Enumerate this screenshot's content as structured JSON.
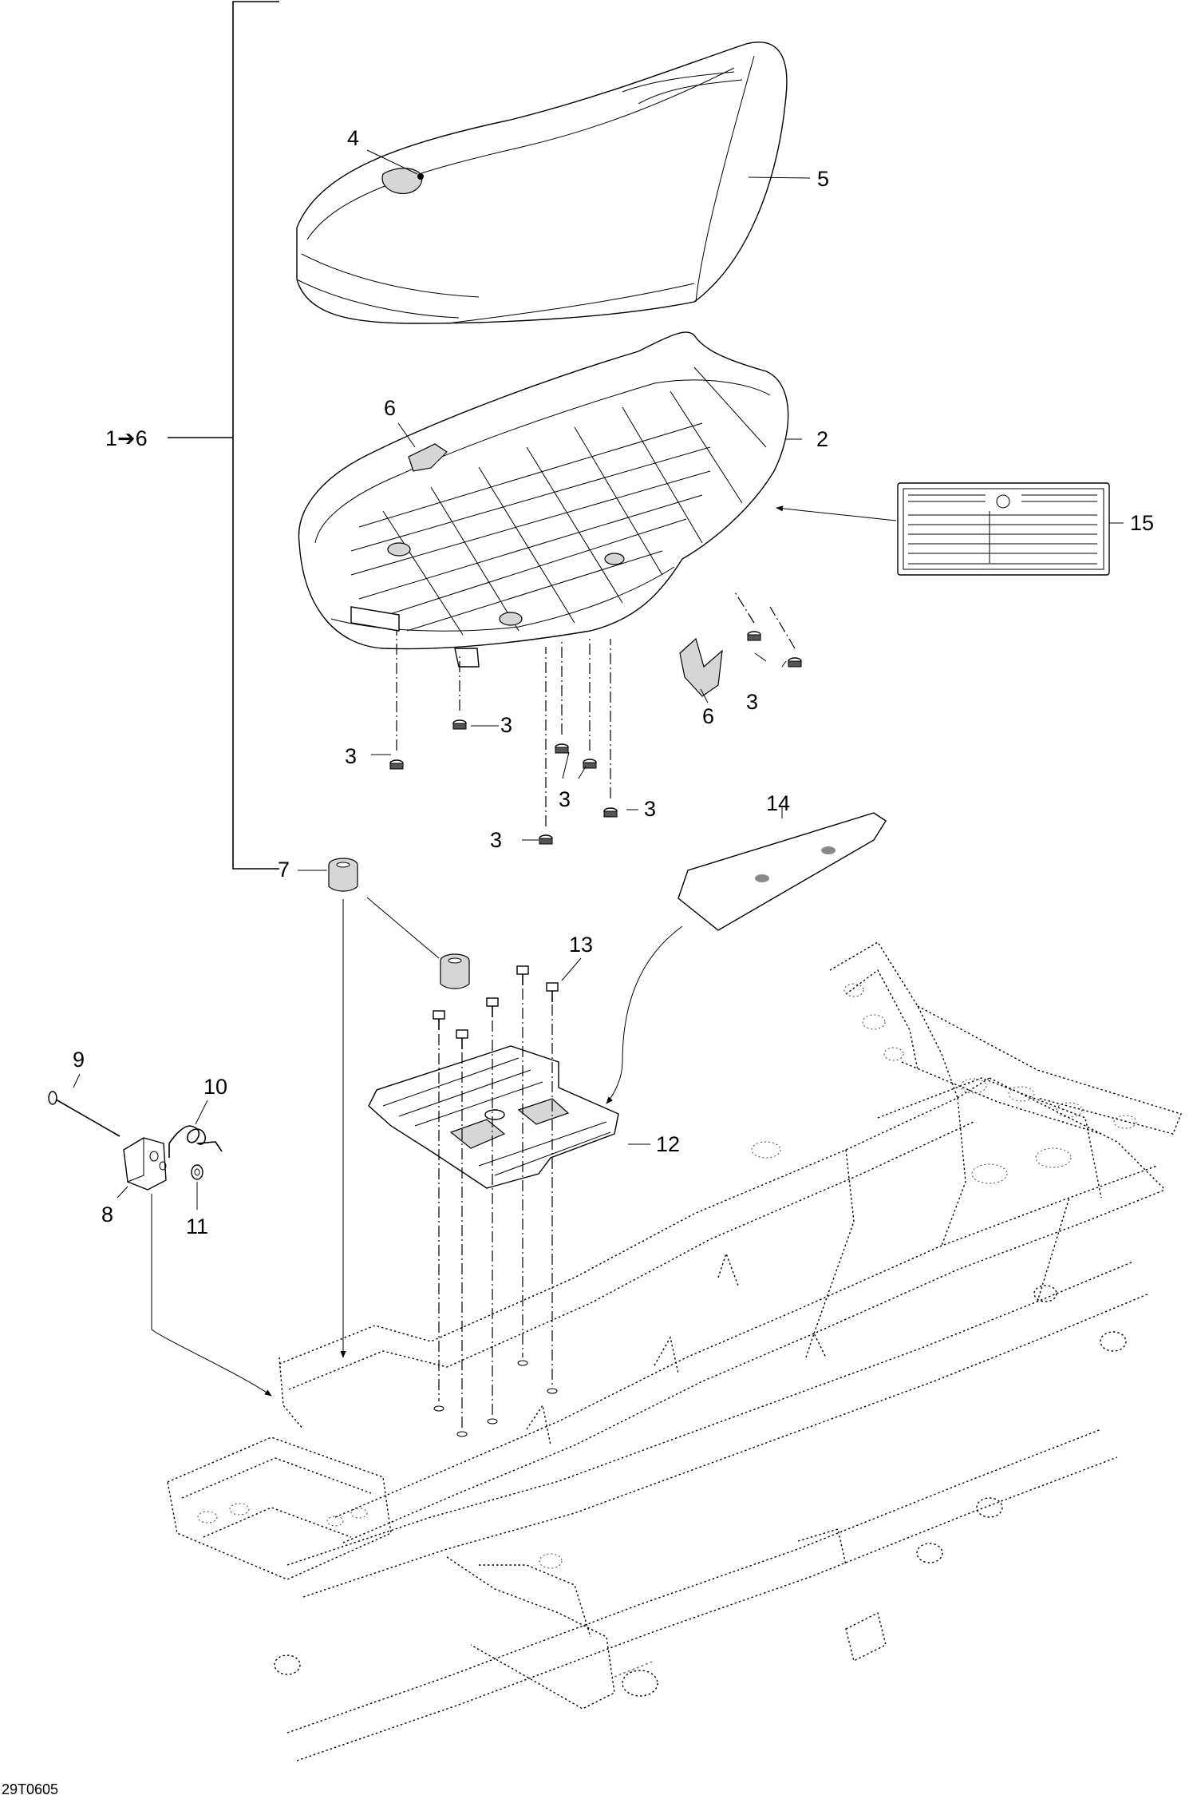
{
  "diagram_code": "29T0605",
  "callouts": {
    "group": "1➔6",
    "c2": "2",
    "c3": "3",
    "c4": "4",
    "c5": "5",
    "c6": "6",
    "c7": "7",
    "c8": "8",
    "c9": "9",
    "c10": "10",
    "c11": "11",
    "c12": "12",
    "c13": "13",
    "c14": "14",
    "c15": "15"
  },
  "colors": {
    "line": "#000000",
    "background": "#ffffff"
  }
}
